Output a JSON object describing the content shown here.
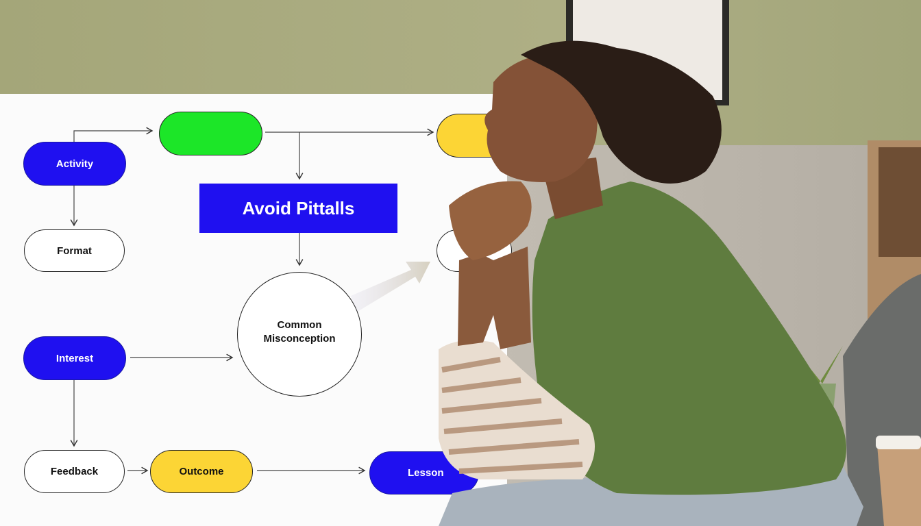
{
  "diagram": {
    "title": "Avoid Pittalls",
    "nodes": {
      "activity": "Activity",
      "format": "Format",
      "interest": "Interest",
      "feedback": "Feedback",
      "outcome": "Outcome",
      "lesson": "Lesson",
      "misconception_line1": "Common",
      "misconception_line2": "Misconception"
    },
    "colors": {
      "blue": "#1f10f0",
      "green": "#1ce628",
      "yellow": "#fcd535",
      "white": "#ffffff"
    }
  }
}
